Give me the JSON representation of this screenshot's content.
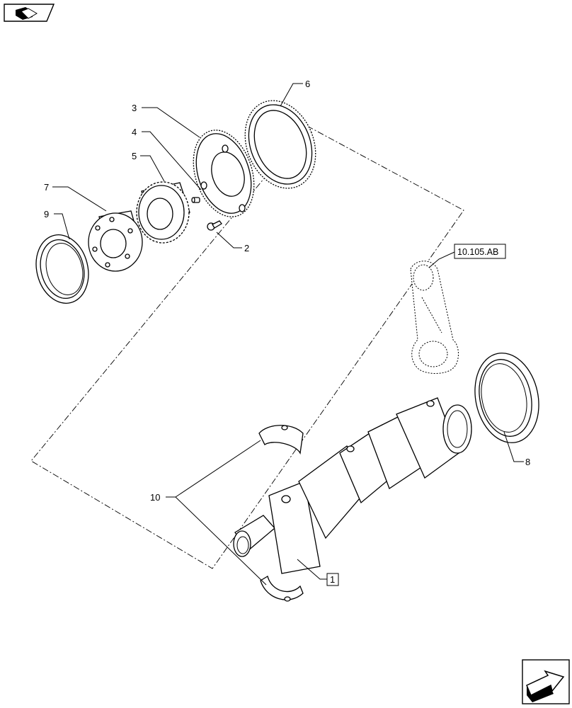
{
  "diagram": {
    "nav_top_icon": "book-arrow-icon",
    "nav_bottom_icon": "next-page-arrow-icon",
    "ref_label": "10.105.AB",
    "callouts": {
      "c1": "1",
      "c2": "2",
      "c3": "3",
      "c4": "4",
      "c5": "5",
      "c6": "6",
      "c7": "7",
      "c8": "8",
      "c9": "9",
      "c10": "10"
    }
  }
}
